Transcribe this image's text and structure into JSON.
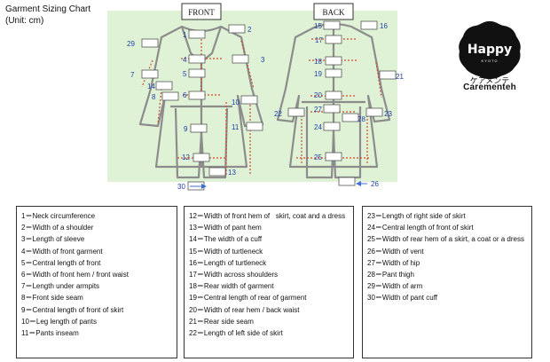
{
  "header": {
    "title": "Garment Sizing Chart",
    "unit": "(Unit: cm)"
  },
  "diagram": {
    "front_label": "FRONT",
    "back_label": "BACK",
    "numbers": [
      "1",
      "2",
      "3",
      "4",
      "5",
      "6",
      "7",
      "8",
      "9",
      "10",
      "11",
      "12",
      "13",
      "14",
      "15",
      "16",
      "17",
      "18",
      "19",
      "20",
      "21",
      "22",
      "23",
      "24",
      "25",
      "26",
      "27",
      "28",
      "29",
      "30"
    ],
    "colors": {
      "background_panel": "#dff2d6",
      "garment_outline": "#8c8c8c",
      "measure_line": "#d24a2e",
      "number_text": "#1f3fa8"
    }
  },
  "logo": {
    "wordmark": "Happy",
    "tagline": "KYOTO",
    "caption": "ケアメンテ",
    "brand": "Carementeh"
  },
  "legend": {
    "col1": [
      "1＝Neck circumference",
      "2＝Width of a shoulder",
      "3＝Length of sleeve",
      "4＝Width of front garment",
      "5＝Central length of front",
      "6＝Width of front hem / front waist",
      "7＝Length under armpits",
      "8＝Front side seam",
      "9＝Central length of front of skirt",
      "10＝Leg length of pants",
      "11＝Pants inseam"
    ],
    "col2": [
      "12＝Width of front hem of   skirt, coat and a dress",
      "13＝Width of pant hem",
      "14＝The width of a cuff",
      "15＝Width of turtleneck",
      "16＝Length of turtleneck",
      "17＝Width across shoulders",
      "18＝Rear width of garment",
      "19＝Central length of rear of garment",
      "20＝Width of rear hem / back waist",
      "21＝Rear side seam",
      "22＝Length of left side of skirt"
    ],
    "col3": [
      "23＝Length of right side of skirt",
      "24＝Central length of front of skirt",
      "25＝Width of rear hem of a skirt, a coat or a dress",
      "26＝Width of vent",
      "27＝Width of hip",
      "28＝Pant thigh",
      "29＝Width of arm",
      "30＝Width of pant cuff"
    ]
  }
}
